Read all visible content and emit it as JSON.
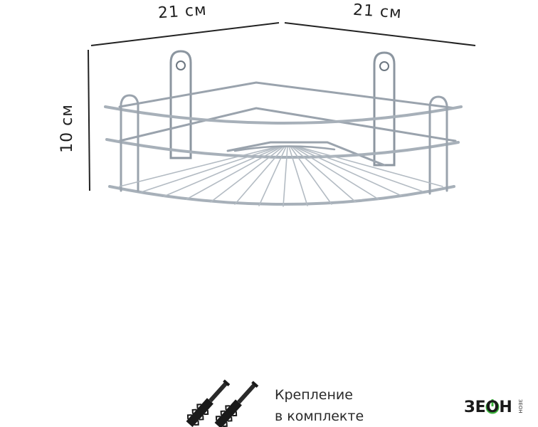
{
  "dimensions": {
    "width_left": "21 см",
    "width_right": "21 см",
    "height": "10 см"
  },
  "caption": {
    "line1": "Крепление",
    "line2": "в комплекте"
  },
  "brand": {
    "logo": "ЗЕОН",
    "logo_sub": "ЗЕОН",
    "accent_color": "#3cb43c"
  },
  "icons": [
    "wall-anchor-icon",
    "wall-anchor-icon"
  ]
}
